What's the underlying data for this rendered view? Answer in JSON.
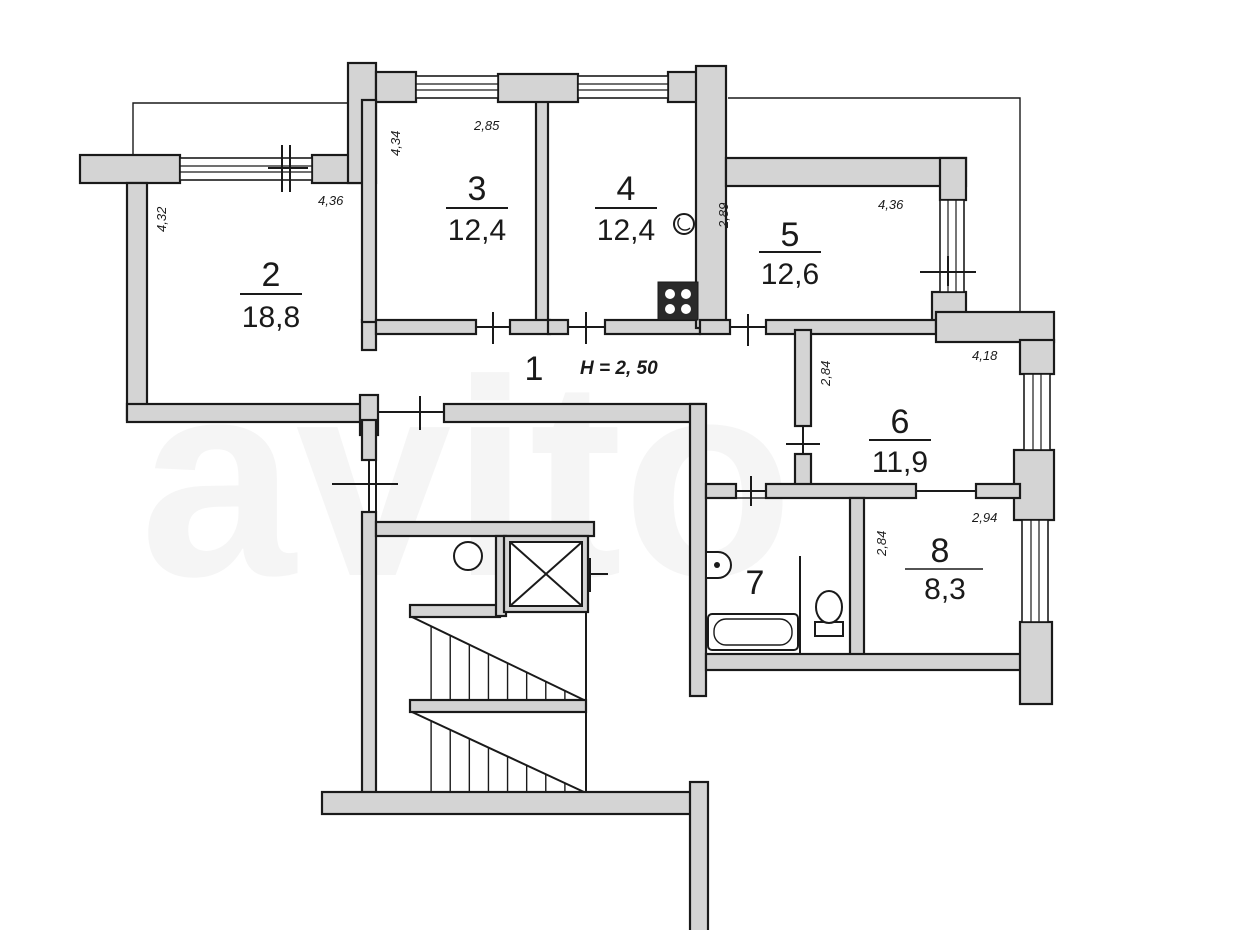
{
  "plan": {
    "ceiling_height": "H = 2, 50",
    "rooms": [
      {
        "number": "1",
        "area": ""
      },
      {
        "number": "2",
        "area": "18,8"
      },
      {
        "number": "3",
        "area": "12,4"
      },
      {
        "number": "4",
        "area": "12,4"
      },
      {
        "number": "5",
        "area": "12,6"
      },
      {
        "number": "6",
        "area": "11,9"
      },
      {
        "number": "7",
        "area": ""
      },
      {
        "number": "8",
        "area": "8,3"
      }
    ],
    "dimensions": {
      "room2_height": "4,32",
      "room2_width": "4,36",
      "room3_height": "4,34",
      "room3_width": "2,85",
      "room5_height": "2,89",
      "room5_width": "4,36",
      "room6_height": "2,84",
      "room6_width": "4,18",
      "room8_height": "2,84",
      "room8_width": "2,94"
    },
    "watermark": "avito"
  }
}
